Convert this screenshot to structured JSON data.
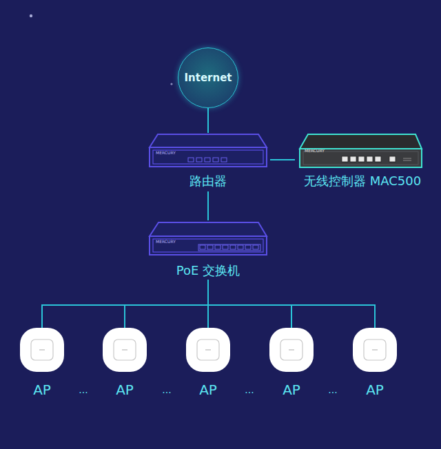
{
  "diagram": {
    "nodes": [
      {
        "text": [
          "Internet"
        ]
      },
      {
        "text": [
          "路由器"
        ]
      },
      {
        "text": [
          "无线控制器 MAC500"
        ]
      },
      {
        "text": [
          "PoE 交换机"
        ]
      },
      {
        "text": [
          "AP"
        ]
      },
      {
        "text": [
          "AP"
        ]
      },
      {
        "text": [
          "AP"
        ]
      },
      {
        "text": [
          "AP"
        ]
      },
      {
        "text": [
          "AP"
        ]
      }
    ],
    "edges": [
      {
        "from": 0,
        "to": 1,
        "arrow": "none"
      },
      {
        "from": 1,
        "to": 2,
        "arrow": "none"
      },
      {
        "from": 1,
        "to": 3,
        "arrow": "none"
      },
      {
        "from": 3,
        "to": 4,
        "arrow": "none"
      },
      {
        "from": 3,
        "to": 5,
        "arrow": "none"
      },
      {
        "from": 3,
        "to": 6,
        "arrow": "none"
      },
      {
        "from": 3,
        "to": 7,
        "arrow": "none"
      },
      {
        "from": 3,
        "to": 8,
        "arrow": "none"
      }
    ],
    "labels": [
      "MERCURY",
      "MERCURY",
      "MERCURY",
      "...",
      "...",
      "...",
      "..."
    ]
  }
}
